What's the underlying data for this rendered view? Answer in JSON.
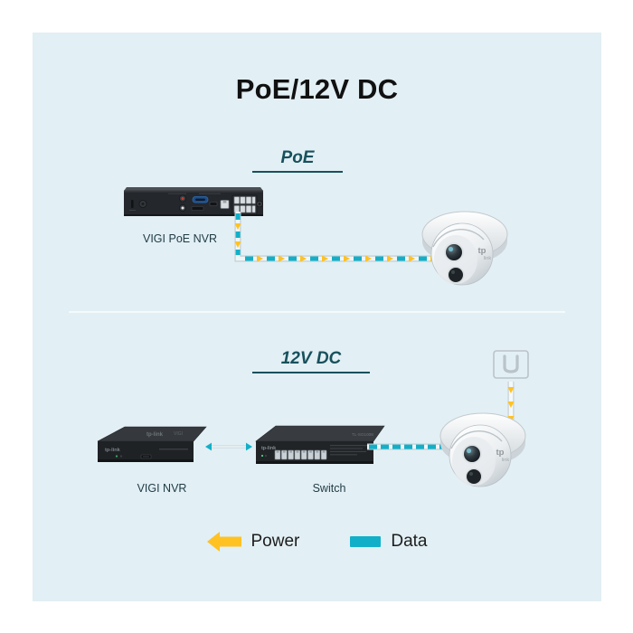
{
  "page": {
    "title": "PoE/12V DC",
    "background_color": "#ffffff",
    "panel_color": "#e2eff4"
  },
  "colors": {
    "accent_teal": "#17505c",
    "power_yellow": "#ffc222",
    "data_cyan": "#12b0c8",
    "device_dark": "#2a2d31",
    "camera_white": "#f4f6f7"
  },
  "sections": [
    {
      "id": "poe",
      "label": "PoE",
      "devices": [
        {
          "name": "VIGI PoE NVR",
          "type": "nvr-poe",
          "brand": "tp-link",
          "ports": 8
        },
        {
          "name": "camera",
          "type": "turret-camera",
          "brand": "tp-link"
        }
      ],
      "link": {
        "kind": "poe",
        "carries": [
          "Power",
          "Data"
        ]
      }
    },
    {
      "id": "dc12v",
      "label": "12V DC",
      "devices": [
        {
          "name": "VIGI NVR",
          "type": "nvr",
          "brand": "tp-link"
        },
        {
          "name": "Switch",
          "type": "switch",
          "brand": "tp-link",
          "ports": 8
        },
        {
          "name": "camera",
          "type": "turret-camera",
          "brand": "tp-link"
        },
        {
          "name": "power adapter",
          "type": "power-adapter"
        }
      ],
      "links": [
        {
          "kind": "data",
          "from": "VIGI NVR",
          "to": "Switch"
        },
        {
          "kind": "data",
          "from": "Switch",
          "to": "camera"
        },
        {
          "kind": "power",
          "from": "power adapter",
          "to": "camera"
        }
      ]
    }
  ],
  "captions": {
    "poe_nvr": "VIGI PoE NVR",
    "nvr": "VIGI NVR",
    "switch": "Switch"
  },
  "legend": {
    "items": [
      {
        "label": "Power",
        "icon": "left-arrow",
        "color": "#ffc222"
      },
      {
        "label": "Data",
        "icon": "bar",
        "color": "#12b0c8"
      }
    ]
  },
  "brand": {
    "wordmark": "tp-link"
  }
}
